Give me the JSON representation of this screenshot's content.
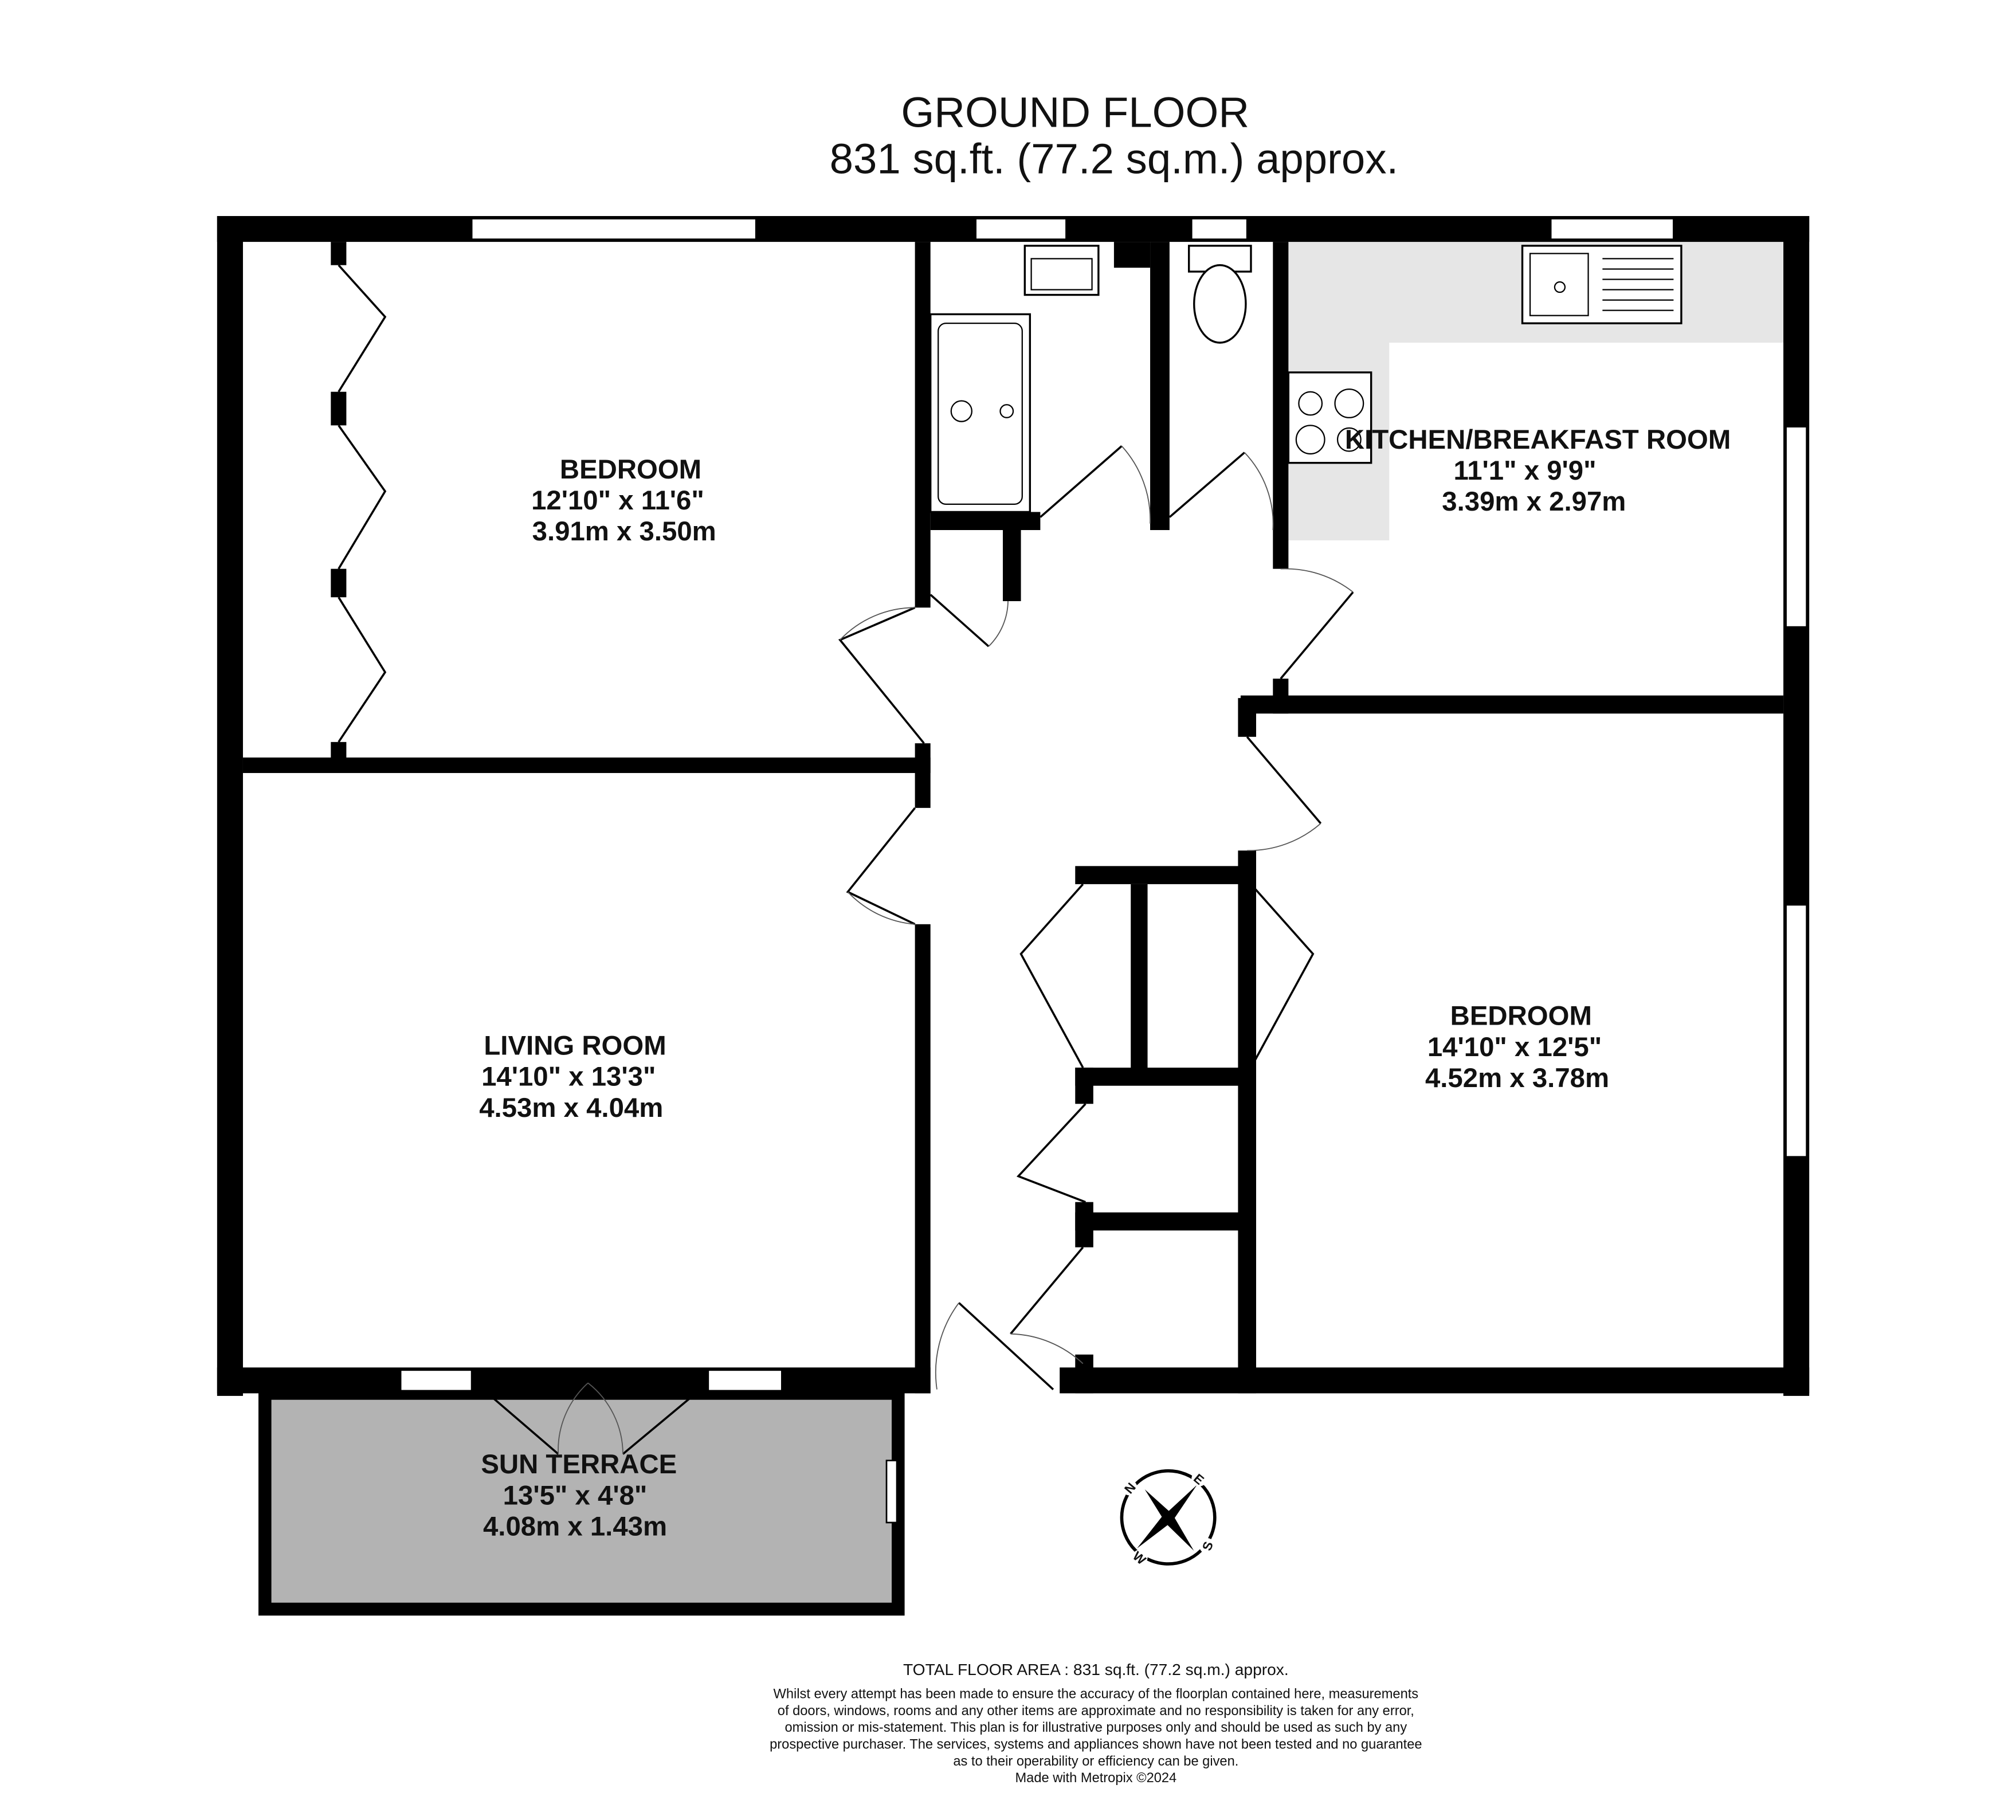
{
  "header": {
    "floor_name": "GROUND FLOOR",
    "area": "831 sq.ft. (77.2 sq.m.) approx."
  },
  "rooms": [
    {
      "name": "BEDROOM",
      "imperial": "12'10\"  x 11'6\"",
      "metric": "3.91m  x 3.50m"
    },
    {
      "name": "KITCHEN/BREAKFAST ROOM",
      "imperial": "11'1\"  x 9'9\"",
      "metric": "3.39m  x 2.97m"
    },
    {
      "name": "LIVING ROOM",
      "imperial": "14'10\"  x 13'3\"",
      "metric": "4.53m  x 4.04m"
    },
    {
      "name": "BEDROOM",
      "imperial": "14'10\"  x 12'5\"",
      "metric": "4.52m  x 3.78m"
    },
    {
      "name": "SUN TERRACE",
      "imperial": "13'5\"  x 4'8\"",
      "metric": "4.08m  x 1.43m"
    }
  ],
  "compass": {
    "n": "N",
    "e": "E",
    "s": "S",
    "w": "W"
  },
  "colors": {
    "wall": "#000000",
    "counter": "#e6e6e6",
    "terrace": "#b3b3b3"
  },
  "footer": {
    "total": "TOTAL FLOOR AREA : 831 sq.ft. (77.2 sq.m.) approx.",
    "disclaimer": [
      "Whilst every attempt has been made to ensure the accuracy of the floorplan contained here, measurements",
      "of doors, windows, rooms and any other items are approximate and no responsibility is taken for any error,",
      "omission or mis-statement. This plan is for illustrative purposes only and should be used as such by any",
      "prospective purchaser. The services, systems and appliances shown have not been tested and no guarantee",
      "as to their operability or efficiency can be given."
    ],
    "credit": "Made with Metropix ©2024"
  }
}
